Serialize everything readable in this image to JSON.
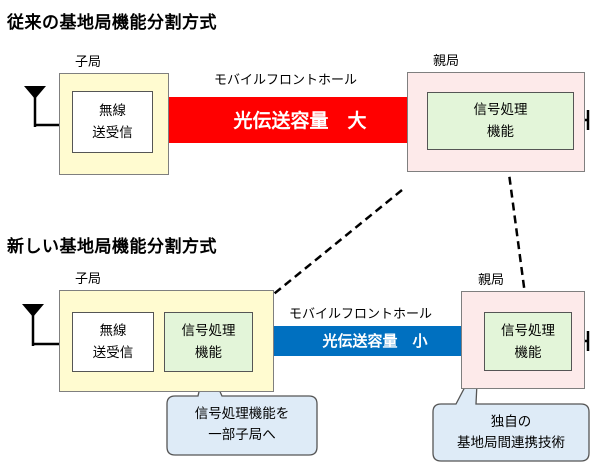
{
  "top": {
    "heading": "従来の基地局機能分割方式",
    "child_label": "子局",
    "parent_label": "親局",
    "link_label": "モバイルフロントホール",
    "radio_box": "無線\n送受信",
    "capacity": "光伝送容量　大",
    "signal_box": "信号処理\n機能"
  },
  "bottom": {
    "heading": "新しい基地局機能分割方式",
    "child_label": "子局",
    "parent_label": "親局",
    "link_label": "モバイルフロントホール",
    "radio_box": "無線\n送受信",
    "signal_box_child": "信号処理\n機能",
    "capacity": "光伝送容量　小",
    "signal_box_parent": "信号処理\n機能",
    "callout_left": "信号処理機能を\n一部子局へ",
    "callout_right": "独自の\n基地局間連携技術"
  },
  "colors": {
    "large_capacity": "#ff0000",
    "small_capacity": "#0070c0",
    "child_station": "#fffbd0",
    "parent_station": "#fdeaea",
    "signal_function": "#e3f5d9",
    "callout": "#deebf7"
  }
}
